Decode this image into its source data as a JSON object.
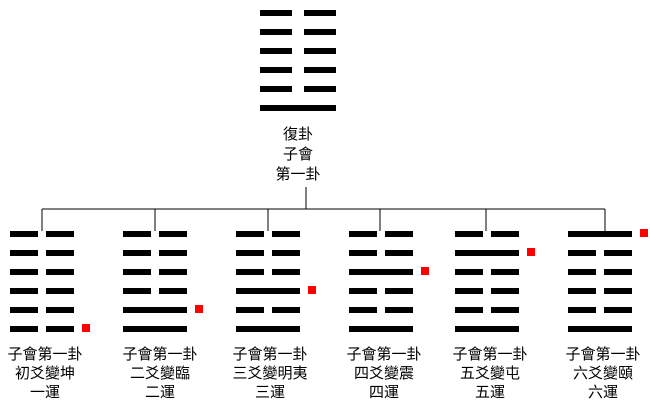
{
  "colors": {
    "line": "#000000",
    "marker": "#ff0000",
    "background": "#ffffff"
  },
  "root": {
    "lines": [
      "yin",
      "yin",
      "yin",
      "yin",
      "yin",
      "yang"
    ],
    "name": "復卦",
    "line2": "子會",
    "line3": "第一卦"
  },
  "children": [
    {
      "lines": [
        "yin",
        "yin",
        "yin",
        "yin",
        "yin",
        "yin"
      ],
      "changed": 1,
      "line1": "子會第一卦",
      "line2": "初爻變坤",
      "line3": "一運"
    },
    {
      "lines": [
        "yin",
        "yin",
        "yin",
        "yin",
        "yang",
        "yang"
      ],
      "changed": 2,
      "line1": "子會第一卦",
      "line2": "二爻變臨",
      "line3": "二運"
    },
    {
      "lines": [
        "yin",
        "yin",
        "yin",
        "yang",
        "yin",
        "yang"
      ],
      "changed": 3,
      "line1": "子會第一卦",
      "line2": "三爻變明夷",
      "line3": "三運"
    },
    {
      "lines": [
        "yin",
        "yin",
        "yang",
        "yin",
        "yin",
        "yang"
      ],
      "changed": 4,
      "line1": "子會第一卦",
      "line2": "四爻變震",
      "line3": "四運"
    },
    {
      "lines": [
        "yin",
        "yang",
        "yin",
        "yin",
        "yin",
        "yang"
      ],
      "changed": 5,
      "line1": "子會第一卦",
      "line2": "五爻變屯",
      "line3": "五運"
    },
    {
      "lines": [
        "yang",
        "yin",
        "yin",
        "yin",
        "yin",
        "yang"
      ],
      "changed": 6,
      "line1": "子會第一卦",
      "line2": "六爻變頤",
      "line3": "六運"
    }
  ]
}
